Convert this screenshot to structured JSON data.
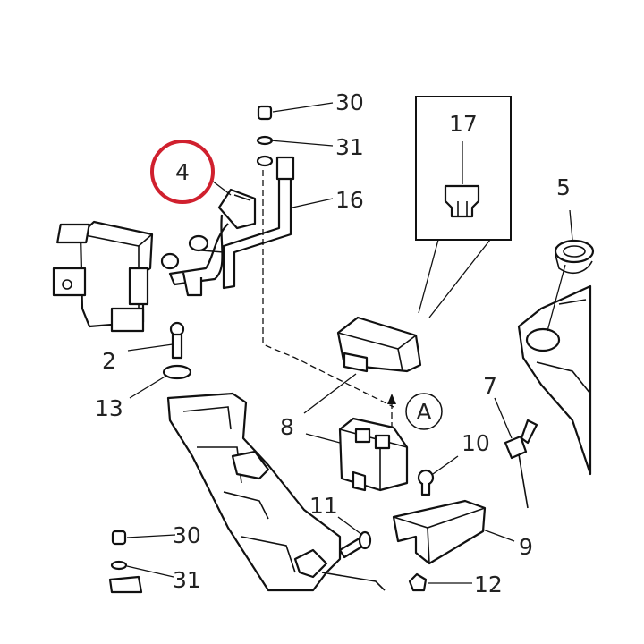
{
  "callouts": {
    "c2": "2",
    "c4": "4",
    "c5": "5",
    "c7": "7",
    "c8": "8",
    "c9": "9",
    "c10": "10",
    "c11": "11",
    "c12": "12",
    "c13": "13",
    "c16": "16",
    "c17": "17",
    "c30_top": "30",
    "c31_top": "31",
    "c30_bottom": "30",
    "c31_bottom": "31"
  },
  "view_marker": "A",
  "highlight": {
    "circled_callout": "4",
    "color": "#d0202e"
  }
}
